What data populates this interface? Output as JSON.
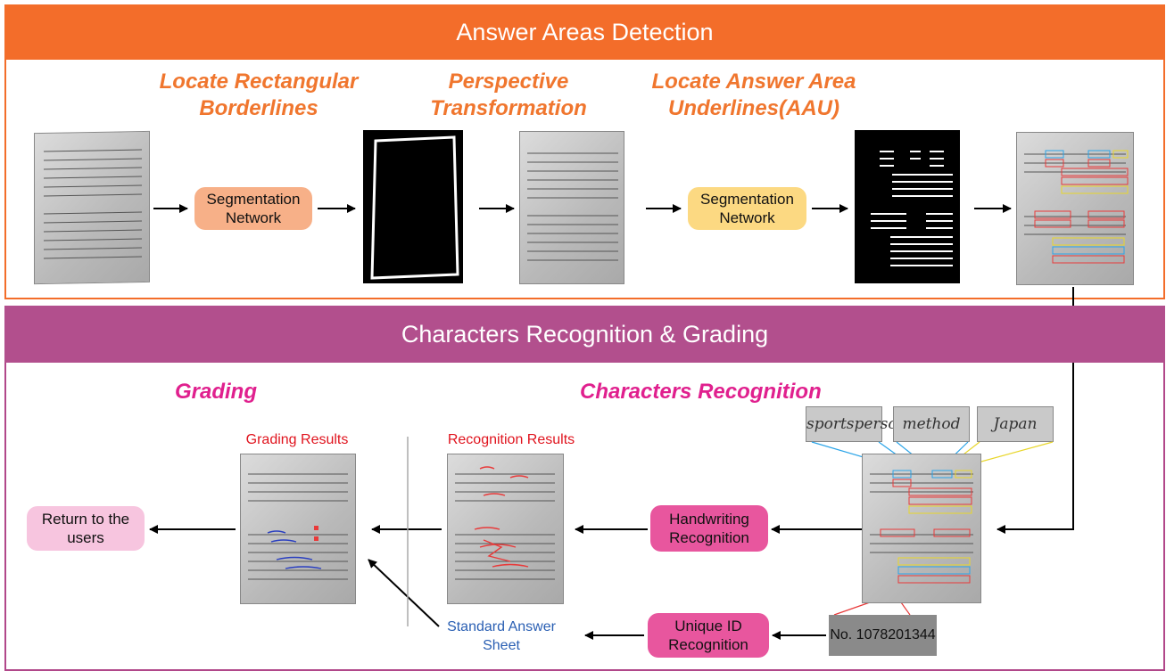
{
  "top_panel": {
    "title": "Answer Areas Detection",
    "stage_1": [
      "Locate Rectangular",
      "Borderlines"
    ],
    "stage_2": [
      "Perspective",
      "Transformation"
    ],
    "stage_3": [
      "Locate Answer Area",
      "Underlines(AAU)"
    ],
    "seg_net_1": "Segmentation Network",
    "seg_net_2": "Segmentation Network"
  },
  "bottom_panel": {
    "title": "Characters Recognition & Grading",
    "stage_grading": "Grading",
    "stage_recognition": "Characters Recognition",
    "grading_results": "Grading Results",
    "recognition_results": "Recognition Results",
    "return_users": "Return to the users",
    "handwriting_recognition": "Handwriting Recognition",
    "unique_id_recognition": "Unique ID Recognition",
    "standard_answer_sheet": "Standard Answer Sheet",
    "crop_words": [
      "sportsperson",
      "method",
      "Japan"
    ],
    "id_number": "No. 1078201344"
  },
  "colors": {
    "orange": "#f36d2a",
    "magenta": "#b24f8d",
    "peach_pill": "#f7b088",
    "yellow_pill": "#fcd982",
    "pink_pill": "#e8569e",
    "light_pink_pill": "#f7c5df"
  }
}
